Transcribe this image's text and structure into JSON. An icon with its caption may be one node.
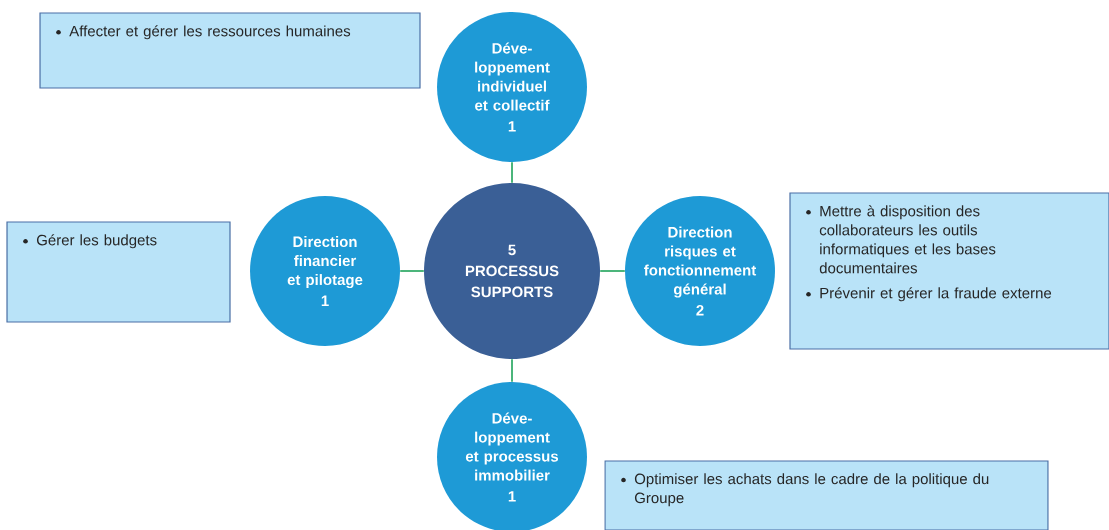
{
  "diagram": {
    "nodes": [
      {
        "text": [
          "5 PROCESSUS SUPPORTS"
        ]
      },
      {
        "text": [
          "Déve- loppement individuel et collectif",
          "1"
        ]
      },
      {
        "text": [
          "Direction financier et pilotage",
          "1"
        ]
      },
      {
        "text": [
          "Direction risques et fonctionnement général",
          "2"
        ]
      },
      {
        "text": [
          "Déve- loppement et processus immobilier",
          "1"
        ]
      },
      {
        "text": [
          "Affecter et gérer les ressources humaines"
        ]
      },
      {
        "text": [
          "Gérer les budgets"
        ]
      },
      {
        "text": [
          "Mettre à disposition des collaborateurs les outils informatiques et les bases documentaires",
          "Prévenir et gérer la fraude externe"
        ]
      },
      {
        "text": [
          "Optimiser les achats dans le cadre de la politique du Groupe"
        ]
      }
    ],
    "edges": [
      {
        "from": 0,
        "to": 1,
        "arrow": "none",
        "color": "#1fa35a"
      },
      {
        "from": 0,
        "to": 2,
        "arrow": "none",
        "color": "#1fa35a"
      },
      {
        "from": 0,
        "to": 3,
        "arrow": "none",
        "color": "#1fa35a"
      },
      {
        "from": 0,
        "to": 4,
        "arrow": "none",
        "color": "#1fa35a"
      }
    ]
  }
}
